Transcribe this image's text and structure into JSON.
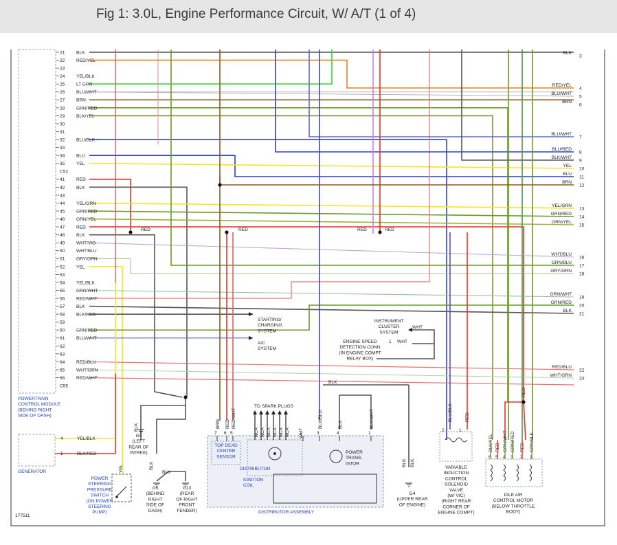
{
  "title": "Fig 1: 3.0L, Engine Performance Circuit, W/ A/T (1 of 4)",
  "figure_id": "177511",
  "colors": {
    "BLK": "#555555",
    "RED": "#e8312a",
    "YEL": "#f2e623",
    "BLU": "#2f3fd0",
    "LTGRN": "#3ad13a",
    "GRN": "#6a9a2a",
    "BRN": "#8b5a22",
    "ORG": "#e9801e",
    "WHT": "#bfbfbf",
    "VIO": "#c980e8",
    "GRY": "#a0a0a0",
    "BG": "#ffffff"
  },
  "left_pins": [
    {
      "pin": "21",
      "color": "BLK"
    },
    {
      "pin": "22",
      "color": "RED/YEL"
    },
    {
      "pin": "23",
      "color": ""
    },
    {
      "pin": "24",
      "color": "YEL/BLK"
    },
    {
      "pin": "25",
      "color": "LT GRN"
    },
    {
      "pin": "26",
      "color": "BLU/WHT"
    },
    {
      "pin": "27",
      "color": "BRN"
    },
    {
      "pin": "28",
      "color": "GRN/RED"
    },
    {
      "pin": "29",
      "color": "BLK/YEL"
    },
    {
      "pin": "30",
      "color": ""
    },
    {
      "pin": "31",
      "color": ""
    },
    {
      "pin": "32",
      "color": "BLU/BLK"
    },
    {
      "pin": "33",
      "color": ""
    },
    {
      "pin": "34",
      "color": "BLU"
    },
    {
      "pin": "35",
      "color": "YEL"
    },
    {
      "pin": "C52",
      "color": ""
    },
    {
      "pin": "41",
      "color": "RED"
    },
    {
      "pin": "42",
      "color": "BLK"
    },
    {
      "pin": "43",
      "color": ""
    },
    {
      "pin": "44",
      "color": "YEL/GRN"
    },
    {
      "pin": "45",
      "color": "GRN/RED"
    },
    {
      "pin": "46",
      "color": "GRN/YEL"
    },
    {
      "pin": "47",
      "color": "RED"
    },
    {
      "pin": "48",
      "color": "BLK"
    },
    {
      "pin": "49",
      "color": "WHT/VIO"
    },
    {
      "pin": "50",
      "color": "WHT/BLU"
    },
    {
      "pin": "51",
      "color": "GRY/GRN"
    },
    {
      "pin": "52",
      "color": "YEL"
    },
    {
      "pin": "53",
      "color": ""
    },
    {
      "pin": "54",
      "color": "YEL/BLK"
    },
    {
      "pin": "55",
      "color": "GRN/WHT"
    },
    {
      "pin": "56",
      "color": "RED/WHT"
    },
    {
      "pin": "57",
      "color": "BLK"
    },
    {
      "pin": "58",
      "color": "BLK/RED"
    },
    {
      "pin": "59",
      "color": ""
    },
    {
      "pin": "60",
      "color": "GRN/RED"
    },
    {
      "pin": "61",
      "color": "BLU/WHT"
    },
    {
      "pin": "62",
      "color": ""
    },
    {
      "pin": "63",
      "color": ""
    },
    {
      "pin": "64",
      "color": "RED/BLU"
    },
    {
      "pin": "65",
      "color": "WHT/GRN"
    },
    {
      "pin": "66",
      "color": "RED/WHT"
    },
    {
      "pin": "C55",
      "color": ""
    }
  ],
  "right_refs": [
    {
      "num": "3",
      "color": "BLK"
    },
    {
      "num": "4",
      "color": "RED/YEL"
    },
    {
      "num": "5",
      "color": "BLU/WHT"
    },
    {
      "num": "6",
      "color": "BRN"
    },
    {
      "num": "7",
      "color": "BLU/WHT"
    },
    {
      "num": "8",
      "color": "BLU/RED"
    },
    {
      "num": "9",
      "color": "BLK/WHT"
    },
    {
      "num": "10",
      "color": "YEL"
    },
    {
      "num": "11",
      "color": "BLU"
    },
    {
      "num": "12",
      "color": "BRN"
    },
    {
      "num": "13",
      "color": "YEL/GRN"
    },
    {
      "num": "14",
      "color": "GRN/RED"
    },
    {
      "num": "15",
      "color": "GRN/YEL"
    },
    {
      "num": "16",
      "color": "WHT/BLU"
    },
    {
      "num": "17",
      "color": "GRN/BLU"
    },
    {
      "num": "18",
      "color": "GRY/GRN"
    },
    {
      "num": "19",
      "color": "GRN/WHT"
    },
    {
      "num": "20",
      "color": "GRN/RED"
    },
    {
      "num": "21",
      "color": "BLK"
    },
    {
      "num": "22",
      "color": "RED/BLU"
    },
    {
      "num": "23",
      "color": "WHT/GRN"
    }
  ],
  "labels": {
    "pcm": [
      "POWERTRAIN",
      "CONTROL MODULE",
      "(BEHIND RIGHT",
      "SIDE OF DASH)"
    ],
    "generator": "GENERATOR",
    "gen_pins": [
      {
        "pin": "4",
        "color": "YEL/BLK"
      },
      {
        "pin": "1",
        "color": "BLK/RED"
      }
    ],
    "starting": [
      "STARTING/",
      "CHARGING",
      "SYSTEM"
    ],
    "ac": [
      "A/C",
      "SYSTEM"
    ],
    "cluster": [
      "INSTRUMENT",
      "CLUSTER",
      "SYSTEM"
    ],
    "speed_conn": [
      "ENGINE SPEED",
      "DETECTION CONN",
      "(IN ENGINE COMPT",
      "RELAY BOX)"
    ],
    "wht": "WHT",
    "pin_1": "1",
    "red": "RED",
    "blk": "BLK",
    "yel": "YEL",
    "g4_left": [
      "G4",
      "(LEFT",
      "REAR OF",
      "INTAKE)"
    ],
    "g5": [
      "G5",
      "(BEHIND",
      "RIGHT",
      "SIDE OF",
      "DASH)"
    ],
    "g13": [
      "G13",
      "(REAR",
      "OF RIGHT",
      "FRONT",
      "FENDER)"
    ],
    "ps_switch": [
      "POWER",
      "STEERING",
      "PRESSURE",
      "SWITCH",
      "(ON POWER",
      "STEERING",
      "PUMP)"
    ],
    "to_plugs": "TO SPARK PLUGS",
    "nca": "NCA",
    "tdc": [
      "TOP DEAD",
      "CENTER",
      "SENSOR"
    ],
    "distributor": "DISTRIBUTOR",
    "ign_coil": [
      "IGNITION",
      "COIL"
    ],
    "power_trans": [
      "POWER",
      "TRANS-",
      "ISTOR"
    ],
    "dist_assembly": "DISTRIBUTOR ASSEMBLY",
    "dist_pins": [
      {
        "pin": "7",
        "color": "BRN"
      },
      {
        "pin": "6",
        "color": "RED"
      },
      {
        "pin": "5",
        "color": "RED/WHT"
      },
      {
        "pin": "2",
        "color": ""
      },
      {
        "pin": "3",
        "color": "BLK/BLU"
      },
      {
        "pin": "4",
        "color": "BLK"
      },
      {
        "pin": "1",
        "color": "BLK/WHT"
      }
    ],
    "g4_right": [
      "G4",
      "(UPPER REAR",
      "OF ENGINE)"
    ],
    "vic": [
      "VARIABLE",
      "INDUCTION",
      "CONTROL",
      "SOLENOID",
      "VALVE",
      "(W/ VIC)",
      "(RIGHT REAR",
      "CORNER OF",
      "ENGINE COMPT)"
    ],
    "vic_pins": [
      {
        "pin": "2",
        "color": "BLU/BLK"
      },
      {
        "pin": "1",
        "color": "RED"
      }
    ],
    "iac": [
      "IDLE AIR",
      "CONTROL MOTOR",
      "(BELOW THROTTLE",
      "BODY)"
    ],
    "iac_pins": [
      {
        "pin": "6",
        "color": "BLK/YEL"
      },
      {
        "pin": "5",
        "color": "RED"
      },
      {
        "pin": "4",
        "color": "GRN/WHT"
      },
      {
        "pin": "3",
        "color": "GRN/RED"
      },
      {
        "pin": "2",
        "color": "RED"
      },
      {
        "pin": "1",
        "color": "GRN/BLK"
      }
    ]
  }
}
